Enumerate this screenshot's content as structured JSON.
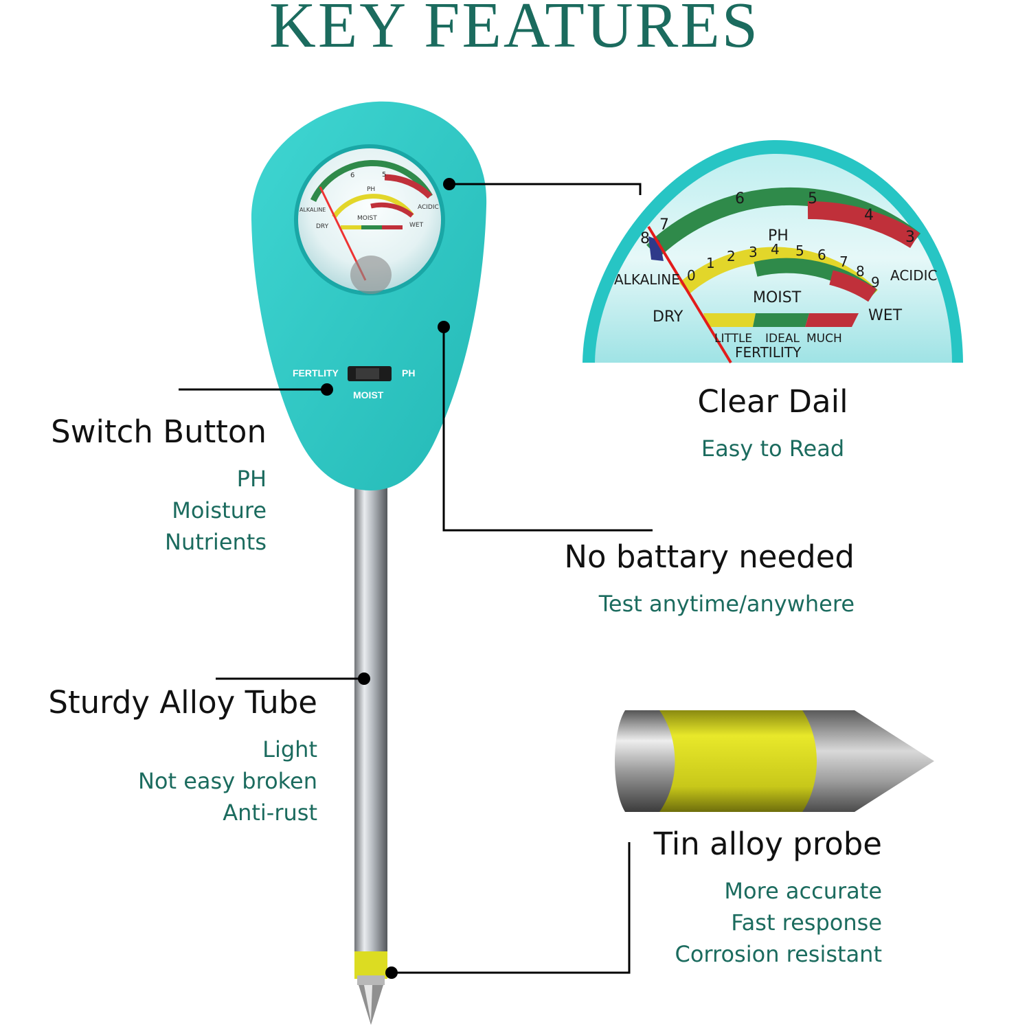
{
  "title": "KEY FEATURES",
  "colors": {
    "accent": "#1b6b5e",
    "device": "#2ec8c4",
    "probe_band": "#d6d61a"
  },
  "dial": {
    "ph_label": "PH",
    "ph_ticks": [
      "8",
      "7",
      "6",
      "5",
      "4",
      "3"
    ],
    "moist_numbers": [
      "0",
      "1",
      "2",
      "3",
      "4",
      "5",
      "6",
      "7",
      "8",
      "9"
    ],
    "alkaline": "ALKALINE",
    "acidic": "ACIDIC",
    "moist": "MOIST",
    "dry": "DRY",
    "wet": "WET",
    "little": "LITTLE",
    "ideal": "IDEAL",
    "much": "MUCH",
    "fertility": "FERTILITY"
  },
  "switch": {
    "left": "FERTLITY",
    "right": "PH",
    "bottom": "MOIST"
  },
  "features": {
    "switch_button": {
      "title": "Switch Button",
      "lines": [
        "PH",
        "Moisture",
        "Nutrients"
      ]
    },
    "clear_dial": {
      "title": "Clear Dail",
      "lines": [
        "Easy to Read"
      ]
    },
    "no_battery": {
      "title": "No battary needed",
      "lines": [
        "Test  anytime/anywhere"
      ]
    },
    "alloy_tube": {
      "title": "Sturdy Alloy Tube",
      "lines": [
        "Light",
        "Not easy broken",
        "Anti-rust"
      ]
    },
    "probe": {
      "title": "Tin alloy probe",
      "lines": [
        "More accurate",
        "Fast response",
        "Corrosion resistant"
      ]
    }
  }
}
